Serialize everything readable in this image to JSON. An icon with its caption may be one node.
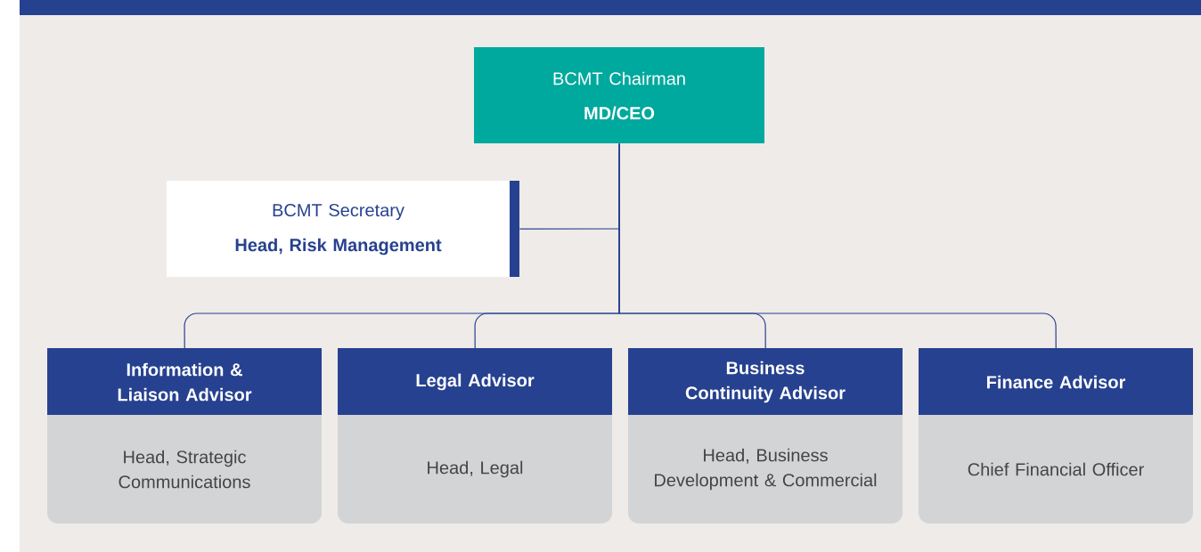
{
  "diagram": {
    "nodes": [
      {
        "text": [
          "BCMT Chairman",
          "MD/CEO"
        ]
      },
      {
        "text": [
          "BCMT Secretary",
          "Head, Risk Management"
        ]
      },
      {
        "text": [
          "Information & Liaison Advisor",
          "Head, Strategic Communications"
        ]
      },
      {
        "text": [
          "Legal Advisor",
          "Head, Legal"
        ]
      },
      {
        "text": [
          "Business Continuity Advisor",
          "Head, Business Development & Commercial"
        ]
      },
      {
        "text": [
          "Finance Advisor",
          "Chief Financial Officer"
        ]
      }
    ],
    "edges": [
      {
        "from": 0,
        "to": 1,
        "arrow": "none"
      },
      {
        "from": 0,
        "to": 2,
        "arrow": "none"
      },
      {
        "from": 0,
        "to": 3,
        "arrow": "none"
      },
      {
        "from": 0,
        "to": 4,
        "arrow": "none"
      },
      {
        "from": 0,
        "to": 5,
        "arrow": "none"
      }
    ]
  }
}
